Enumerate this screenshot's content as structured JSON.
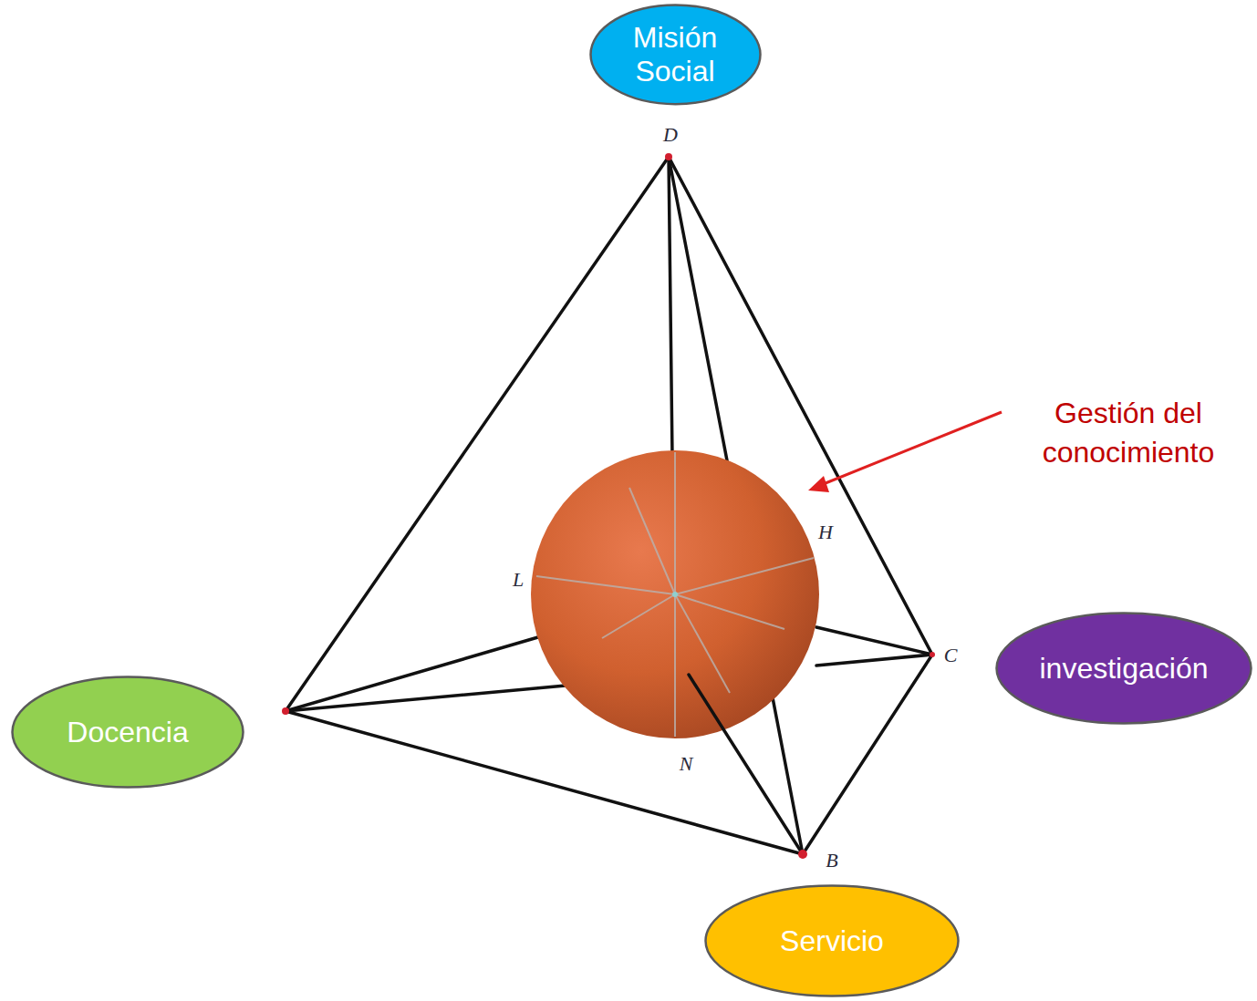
{
  "diagram": {
    "nodes": [
      {
        "text": [
          "Misión Social"
        ]
      },
      {
        "text": [
          "Docencia"
        ]
      },
      {
        "text": [
          "investigación"
        ]
      },
      {
        "text": [
          "Servicio"
        ]
      }
    ],
    "labels": [
      "D",
      "H",
      "L",
      "C",
      "N",
      "B",
      "Gestión del conocimiento"
    ]
  }
}
